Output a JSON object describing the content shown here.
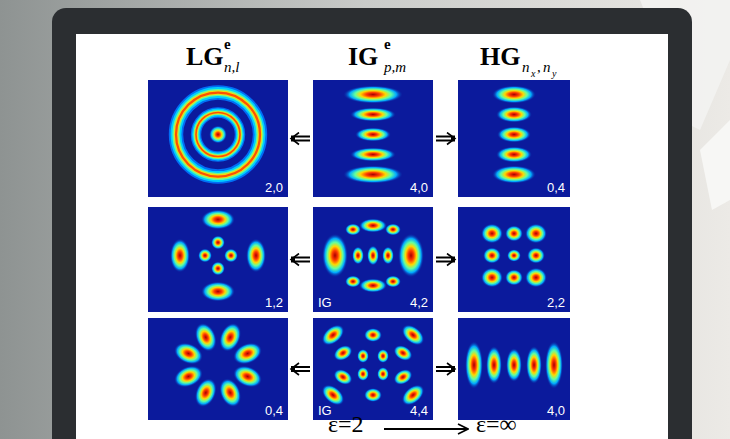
{
  "diagram": {
    "nodes": [
      {
        "text": [
          "2,0"
        ]
      },
      {
        "text": [
          "4,0"
        ]
      },
      {
        "text": [
          "0,4"
        ]
      },
      {
        "text": [
          "1,2"
        ]
      },
      {
        "text": [
          "IG",
          "4,2"
        ]
      },
      {
        "text": [
          "2,2"
        ]
      },
      {
        "text": [
          "0,4"
        ]
      },
      {
        "text": [
          "IG",
          "4,4"
        ]
      },
      {
        "text": [
          "4,0"
        ]
      }
    ],
    "edges": [
      {
        "from": 1,
        "to": 0,
        "arrow": "to"
      },
      {
        "from": 1,
        "to": 2,
        "arrow": "to"
      },
      {
        "from": 4,
        "to": 3,
        "arrow": "to"
      },
      {
        "from": 4,
        "to": 5,
        "arrow": "to"
      },
      {
        "from": 7,
        "to": 6,
        "arrow": "to"
      },
      {
        "from": 7,
        "to": 8,
        "arrow": "to"
      }
    ],
    "labels": [
      "LG",
      "e",
      "n,l",
      "IG",
      "e",
      "p,m",
      "HG",
      "n",
      "x",
      ",",
      "n",
      "y",
      "ε=2",
      "ε=∞"
    ]
  }
}
